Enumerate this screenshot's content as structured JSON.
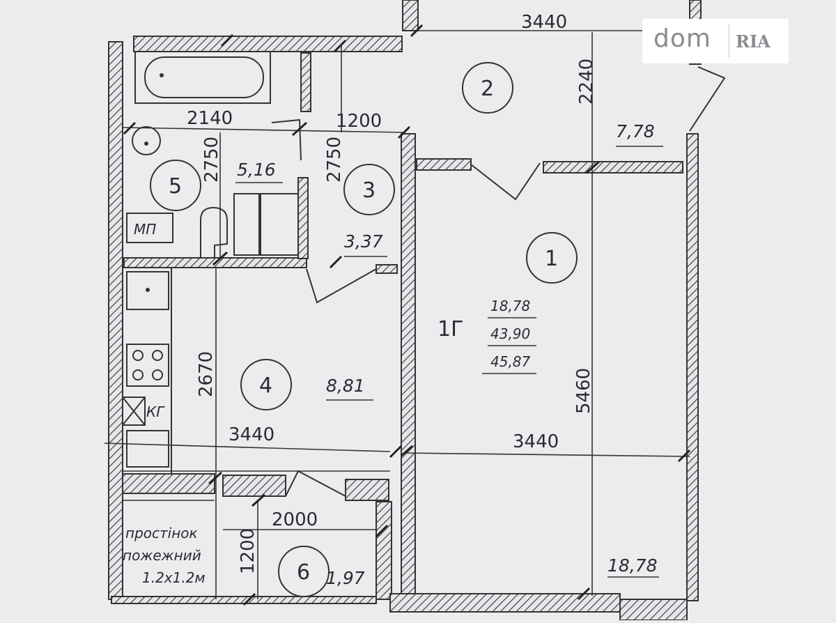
{
  "logo": {
    "brand_left": "dom",
    "brand_right": "RIA"
  },
  "plan": {
    "apartment_code": "1Г",
    "living_area": "18,78",
    "useful_area": "43,90",
    "total_area": "45,87",
    "rooms": [
      {
        "number": "1",
        "area": "18,78"
      },
      {
        "number": "2",
        "area": "7,78"
      },
      {
        "number": "3",
        "area": "3,37"
      },
      {
        "number": "4",
        "area": "8,81"
      },
      {
        "number": "5",
        "area": "5,16"
      },
      {
        "number": "6",
        "area": "1,97"
      }
    ],
    "dimensions": {
      "top_balcony_width": "3440",
      "balcony_depth": "2240",
      "bath_width": "2140",
      "corridor_width": "1200",
      "bath_height": "2750",
      "closet_height": "2750",
      "kitchen_height": "2670",
      "kitchen_width": "3440",
      "room_width": "3440",
      "room_height": "5460",
      "hall_width": "2000",
      "vestibule_height": "1200"
    },
    "labels": {
      "mp": "МП",
      "kg": "КГ",
      "fire_wall_line1": "простінок",
      "fire_wall_line2": "пожежний",
      "fire_wall_line3": "1.2х1.2м"
    }
  }
}
